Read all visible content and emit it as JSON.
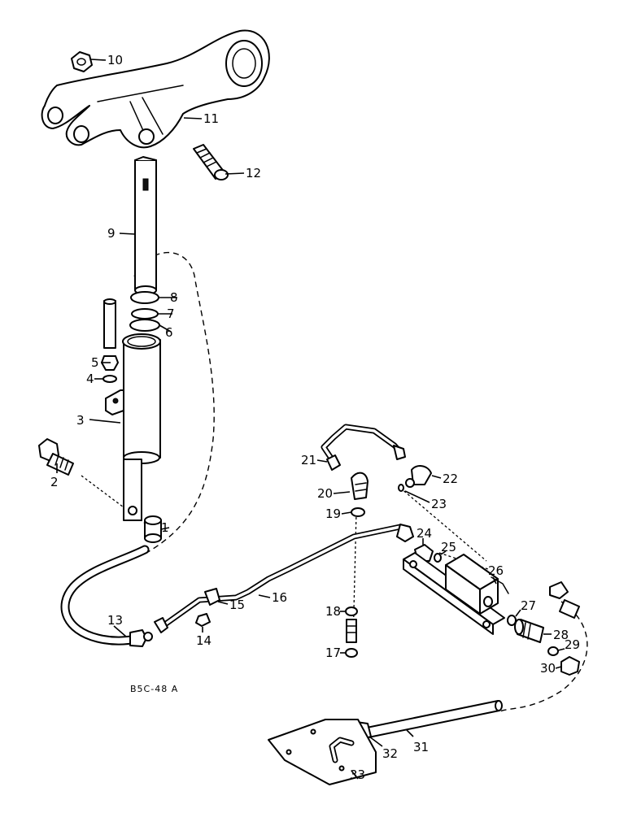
{
  "figure": {
    "code": "B5C-48 A",
    "callouts": [
      "1",
      "2",
      "3",
      "4",
      "5",
      "6",
      "7",
      "8",
      "9",
      "10",
      "11",
      "12",
      "13",
      "14",
      "15",
      "16",
      "17",
      "18",
      "19",
      "20",
      "21",
      "22",
      "23",
      "24",
      "25",
      "26",
      "27",
      "28",
      "29",
      "30",
      "31",
      "32",
      "33"
    ]
  },
  "colors": {
    "ink": "#000000",
    "paper": "#ffffff"
  }
}
